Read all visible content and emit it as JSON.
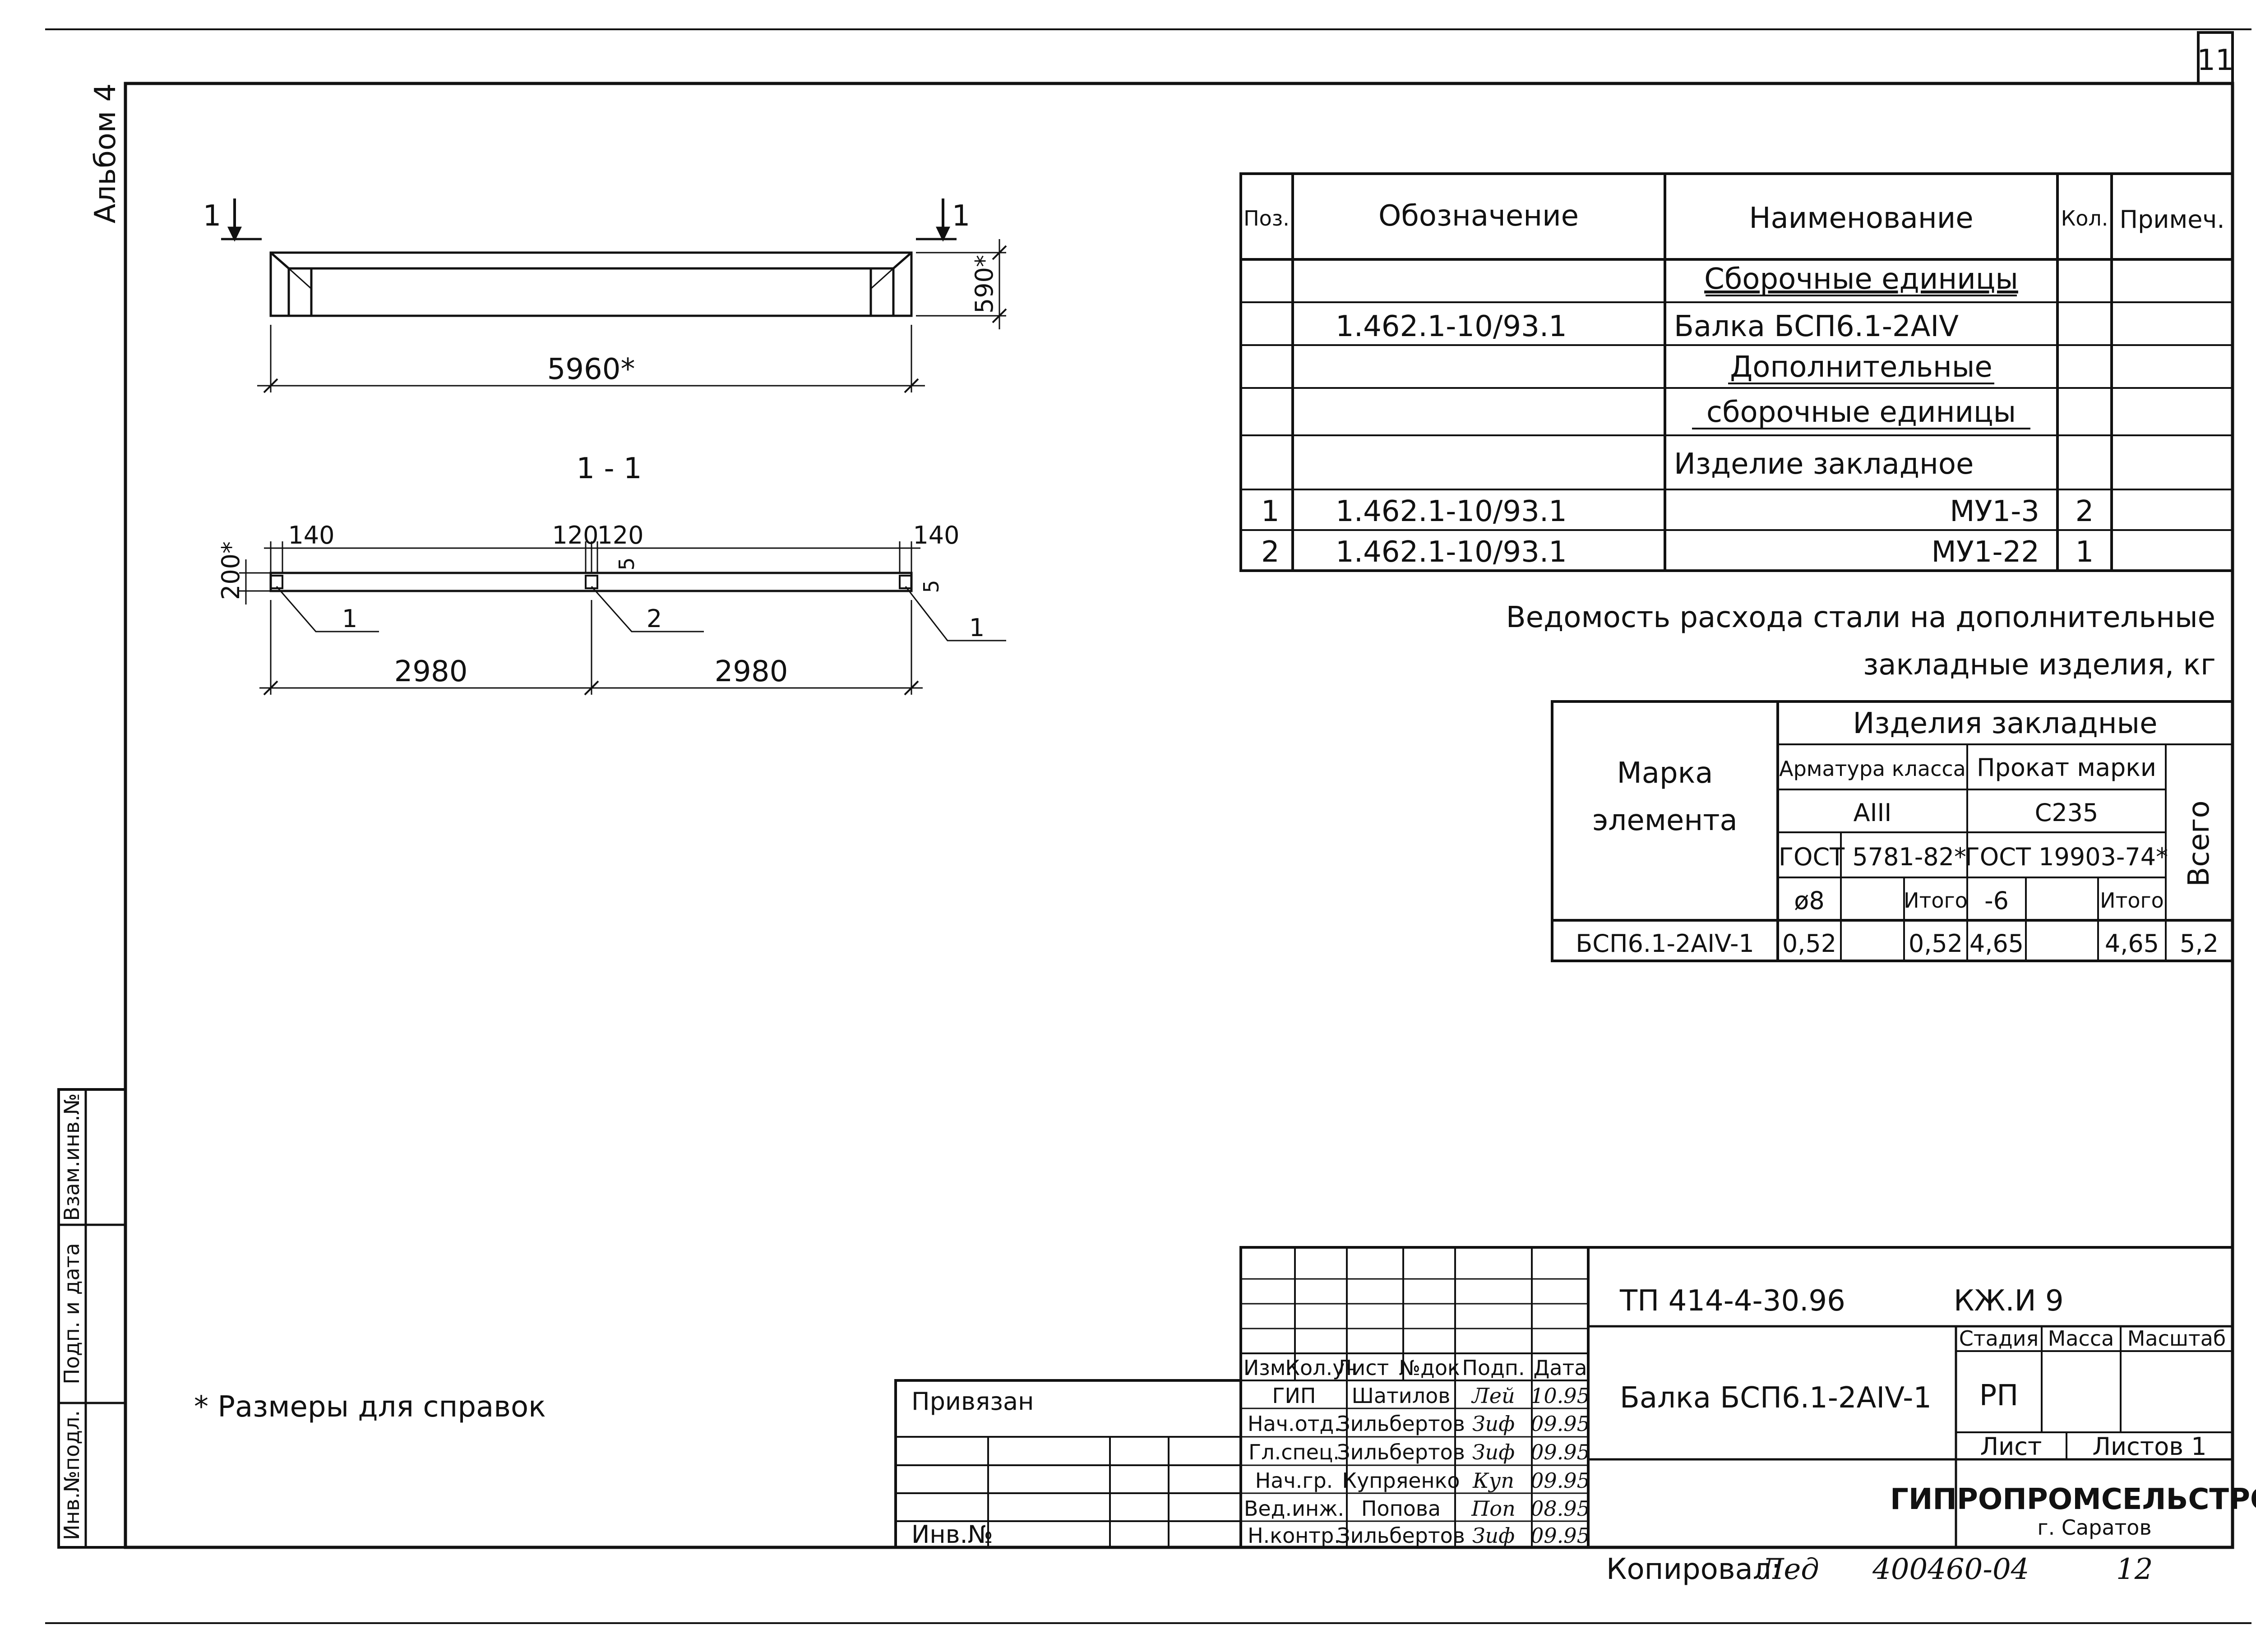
{
  "sheet": {
    "page_number": "11",
    "album": "Альбом 4",
    "footnote": "* Размеры для справок",
    "copied_by_label": "Копировал:",
    "copied_by_signature": "Лед",
    "archive_code": "400460-04",
    "archive_page": "12"
  },
  "side_stamp": {
    "cells": [
      "Взам.инв.№",
      "Подп. и дата",
      "Инв.№подл."
    ]
  },
  "drawing": {
    "section_marker_left": "1",
    "section_marker_right": "1",
    "overall_length": "5960*",
    "height_dim": "590*",
    "section_title": "1 - 1",
    "dim_140_left": "140",
    "dim_120_a": "120",
    "dim_120_b": "120",
    "dim_140_right": "140",
    "dim_5_mid": "5",
    "dim_5_right": "5",
    "dim_200": "200*",
    "span_left": "2980",
    "span_right": "2980",
    "leader_1_left": "1",
    "leader_2": "2",
    "leader_1_right": "1"
  },
  "spec_table": {
    "headers": [
      "Поз.",
      "Обозначение",
      "Наименование",
      "Кол.",
      "Примеч."
    ],
    "rows": [
      {
        "pos": "",
        "designation": "",
        "name": "Сборочные единицы",
        "qty": "",
        "note": ""
      },
      {
        "pos": "",
        "designation": "1.462.1-10/93.1",
        "name": "Балка    БСП6.1-2АIV",
        "qty": "",
        "note": ""
      },
      {
        "pos": "",
        "designation": "",
        "name": "Дополнительные",
        "qty": "",
        "note": ""
      },
      {
        "pos": "",
        "designation": "",
        "name": "сборочные единицы",
        "qty": "",
        "note": ""
      },
      {
        "pos": "",
        "designation": "",
        "name": "Изделие закладное",
        "qty": "",
        "note": ""
      },
      {
        "pos": "1",
        "designation": "1.462.1-10/93.1",
        "name": "МУ1-3",
        "qty": "2",
        "note": ""
      },
      {
        "pos": "2",
        "designation": "1.462.1-10/93.1",
        "name": "МУ1-22",
        "qty": "1",
        "note": ""
      }
    ]
  },
  "steel_table": {
    "title_line1": "Ведомость расхода стали на дополнительные",
    "title_line2": "закладные изделия, кг",
    "mark_header_1": "Марка",
    "mark_header_2": "элемента",
    "group_header": "Изделия закладные",
    "rebar_header": "Арматура класса",
    "rolled_header": "Прокат марки",
    "rebar_class": "АIII",
    "rolled_grade": "С235",
    "rebar_gost": "ГОСТ 5781-82*",
    "rolled_gost": "ГОСТ 19903-74*",
    "total_header": "Всего",
    "sub_d8": "ø8",
    "sub_itogo1": "Итого",
    "sub_minus6": "-6",
    "sub_itogo2": "Итого",
    "row": {
      "mark": "БСП6.1-2АIV-1",
      "d8": "0,52",
      "blank1": "",
      "itogo1": "0,52",
      "minus6": "4,65",
      "blank2": "",
      "itogo2": "4,65",
      "total": "5,2"
    }
  },
  "title_block": {
    "bound_label": "Привязан",
    "inv_label": "Инв.№",
    "col_headers": [
      "Изм.",
      "Кол.уч",
      "Лист",
      "№док",
      "Подп.",
      "Дата"
    ],
    "signatures": [
      {
        "role": "ГИП",
        "name": "Шатилов",
        "sign": "Лей",
        "date": "10.95"
      },
      {
        "role": "Нач.отд.",
        "name": "Зильбертов",
        "sign": "Зиф",
        "date": "09.95"
      },
      {
        "role": "Гл.спец.",
        "name": "Зильбертов",
        "sign": "Зиф",
        "date": "09.95"
      },
      {
        "role": "Нач.гр.",
        "name": "Купряенко",
        "sign": "Куп",
        "date": "09.95"
      },
      {
        "role": "Вед.инж.",
        "name": "Попова",
        "sign": "Поп",
        "date": "08.95"
      },
      {
        "role": "Н.контр.",
        "name": "Зильбертов",
        "sign": "Зиф",
        "date": "09.95"
      }
    ],
    "project_code": "ТП 414-4-30.96",
    "sheet_code": "КЖ.И 9",
    "document_title": "Балка БСП6.1-2АIV-1",
    "stage_header": "Стадия",
    "mass_header": "Масса",
    "scale_header": "Масштаб",
    "stage_value": "РП",
    "sheet_label": "Лист",
    "sheets_label": "Листов 1",
    "organization": "ГИПРОПРОМСЕЛЬСТРОЙ",
    "city": "г. Саратов"
  }
}
